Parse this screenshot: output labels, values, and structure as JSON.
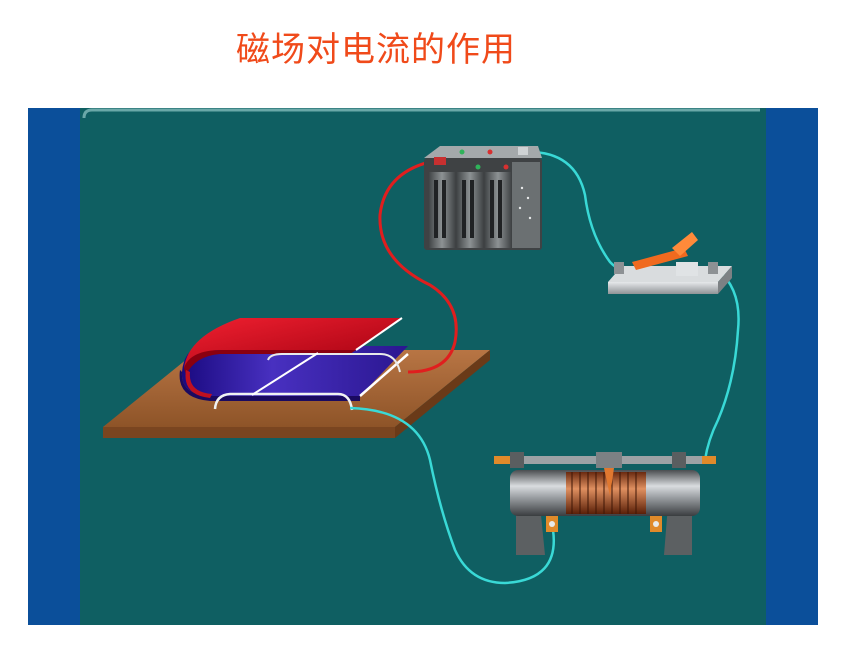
{
  "title": "磁场对电流的作用",
  "colors": {
    "title": "#f04a1a",
    "side_panel": "#0b4f9a",
    "stage": "#0f5f62",
    "wire_red": "#e01e1e",
    "wire_cyan": "#39d9d6",
    "board": "#a8683a",
    "magnet_red": "#d10f1f",
    "magnet_blue": "#3a1aa8",
    "battery": "#5f6365",
    "switch_handle": "#f06a1f",
    "coil": "#b35a2c"
  },
  "components": [
    {
      "name": "magnet",
      "icon": "horseshoe-magnet-icon"
    },
    {
      "name": "battery",
      "icon": "battery-icon"
    },
    {
      "name": "knife-switch",
      "icon": "knife-switch-icon"
    },
    {
      "name": "rheostat",
      "icon": "sliding-rheostat-icon"
    },
    {
      "name": "conductor-rod",
      "icon": "rod-icon"
    }
  ]
}
